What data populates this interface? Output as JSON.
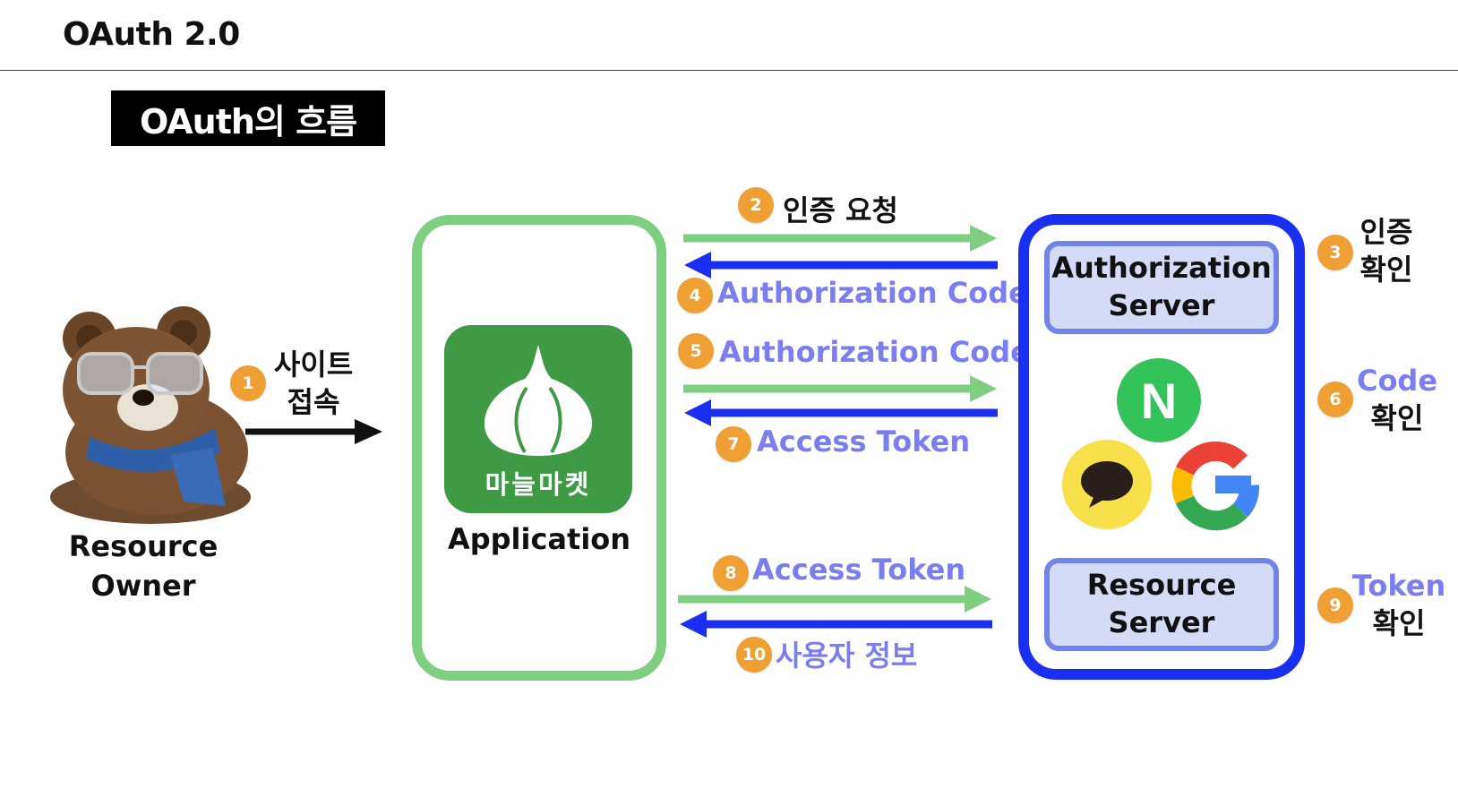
{
  "slide": {
    "title": "OAuth 2.0",
    "section": "OAuth의 흐름"
  },
  "resource_owner": {
    "line1": "Resource",
    "line2": "Owner"
  },
  "application": {
    "label": "Application",
    "app_name": "마늘마켓"
  },
  "servers": {
    "authorization": {
      "line1": "Authorization",
      "line2": "Server"
    },
    "resource": {
      "line1": "Resource",
      "line2": "Server"
    },
    "logos": [
      "naver-logo",
      "kakao-logo",
      "google-logo"
    ],
    "naver_letter": "N"
  },
  "steps": [
    {
      "n": "1",
      "line1": "사이트",
      "line2": "접속"
    },
    {
      "n": "2",
      "text": "인증 요청"
    },
    {
      "n": "3",
      "line1": "인증",
      "line2": "확인"
    },
    {
      "n": "4",
      "text": "Authorization Code"
    },
    {
      "n": "5",
      "text": "Authorization Code"
    },
    {
      "n": "6",
      "line1": "Code",
      "line2": "확인"
    },
    {
      "n": "7",
      "text": "Access Token"
    },
    {
      "n": "8",
      "text": "Access Token"
    },
    {
      "n": "9",
      "line1": "Token",
      "line2": "확인"
    },
    {
      "n": "10",
      "text": "사용자 정보"
    }
  ],
  "colors": {
    "badge": "#efa035",
    "request_arrow": "#7fcf82",
    "response_arrow": "#1a2ff0",
    "label_purple": "#7b7ef0",
    "app_border": "#7fcf82",
    "server_border": "#1a2ff0",
    "server_panel": "#d4dbf7"
  }
}
